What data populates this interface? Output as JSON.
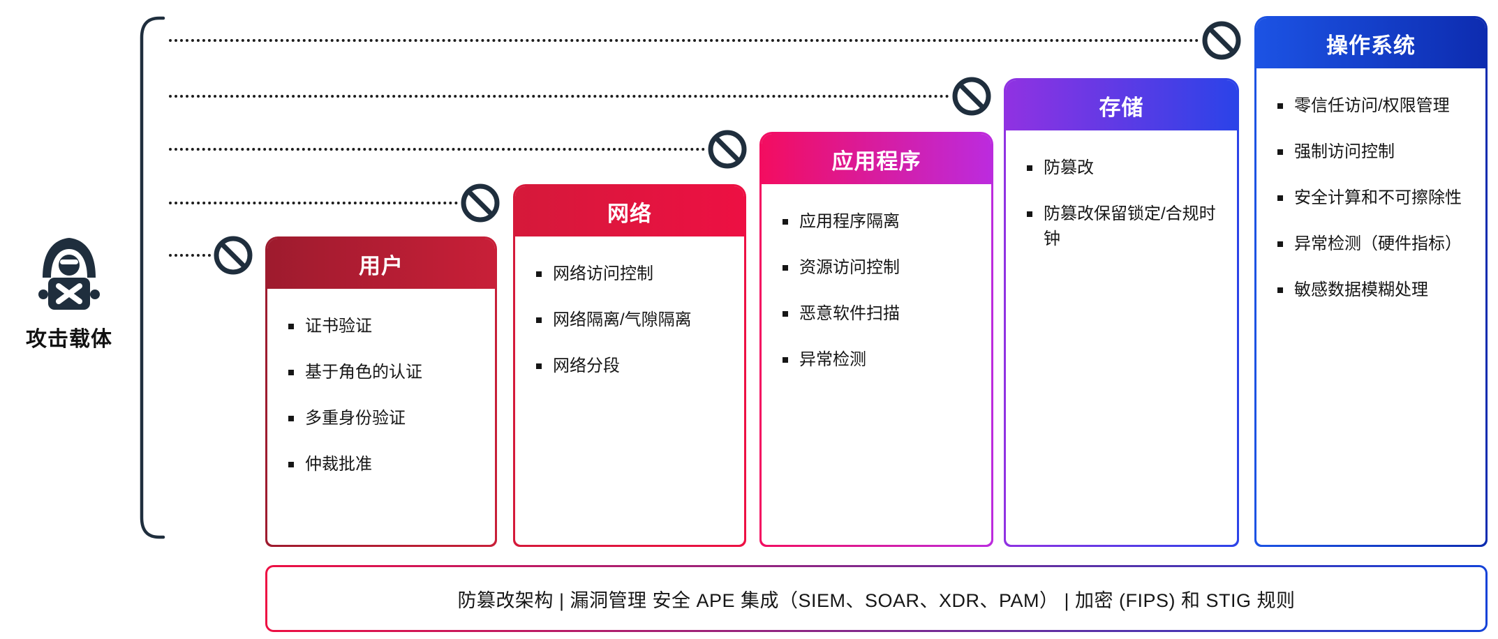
{
  "attack_vector": {
    "label": "攻击载体",
    "icon": "hacker-icon"
  },
  "blocked_icon_name": "no-entry-icon",
  "colors": {
    "ink": "#1F2E3D",
    "text": "#161616",
    "dotted_line": "#1D1D1D"
  },
  "layers": [
    {
      "id": "user",
      "title": "用户",
      "items": [
        "证书验证",
        "基于角色的认证",
        "多重身份验证",
        "仲裁批准"
      ],
      "gradient_from": "#9E1B2E",
      "gradient_to": "#C81F38"
    },
    {
      "id": "network",
      "title": "网络",
      "items": [
        "网络访问控制",
        "网络隔离/气隙隔离",
        "网络分段"
      ],
      "gradient_from": "#D5193A",
      "gradient_to": "#ED1043"
    },
    {
      "id": "application",
      "title": "应用程序",
      "items": [
        "应用程序隔离",
        "资源访问控制",
        "恶意软件扫描",
        "异常检测"
      ],
      "gradient_from": "#F30D60",
      "gradient_to": "#BC2BDE"
    },
    {
      "id": "storage",
      "title": "存储",
      "items": [
        "防篡改",
        "防篡改保留锁定/合规时钟"
      ],
      "gradient_from": "#9032E2",
      "gradient_to": "#2B43E8"
    },
    {
      "id": "os",
      "title": "操作系统",
      "items": [
        "零信任访问/权限管理",
        "强制访问控制",
        "安全计算和不可擦除性",
        "异常检测（硬件指标）",
        "敏感数据模糊处理"
      ],
      "gradient_from": "#1C53E4",
      "gradient_to": "#0D2CB0"
    }
  ],
  "footer": {
    "text": "防篡改架构 | 漏洞管理 安全 APE 集成（SIEM、SOAR、XDR、PAM） | 加密 (FIPS) 和 STIG 规则",
    "border_from": "#ED1043",
    "border_to": "#1442D8"
  }
}
